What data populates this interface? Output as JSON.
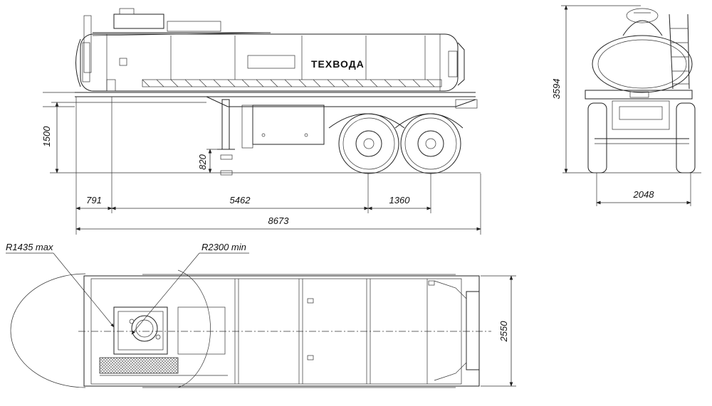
{
  "drawing": {
    "brand_label": "ТЕХВОДА",
    "dimensions": {
      "side_height": "1500",
      "frame_height": "820",
      "front_overhang": "791",
      "kingpin_to_axle": "5462",
      "axle_spread": "1360",
      "total_length": "8673",
      "total_height": "3594",
      "track_width": "2048",
      "total_width": "2550",
      "radius_front": "R1435 max",
      "radius_turn": "R2300 min"
    }
  }
}
